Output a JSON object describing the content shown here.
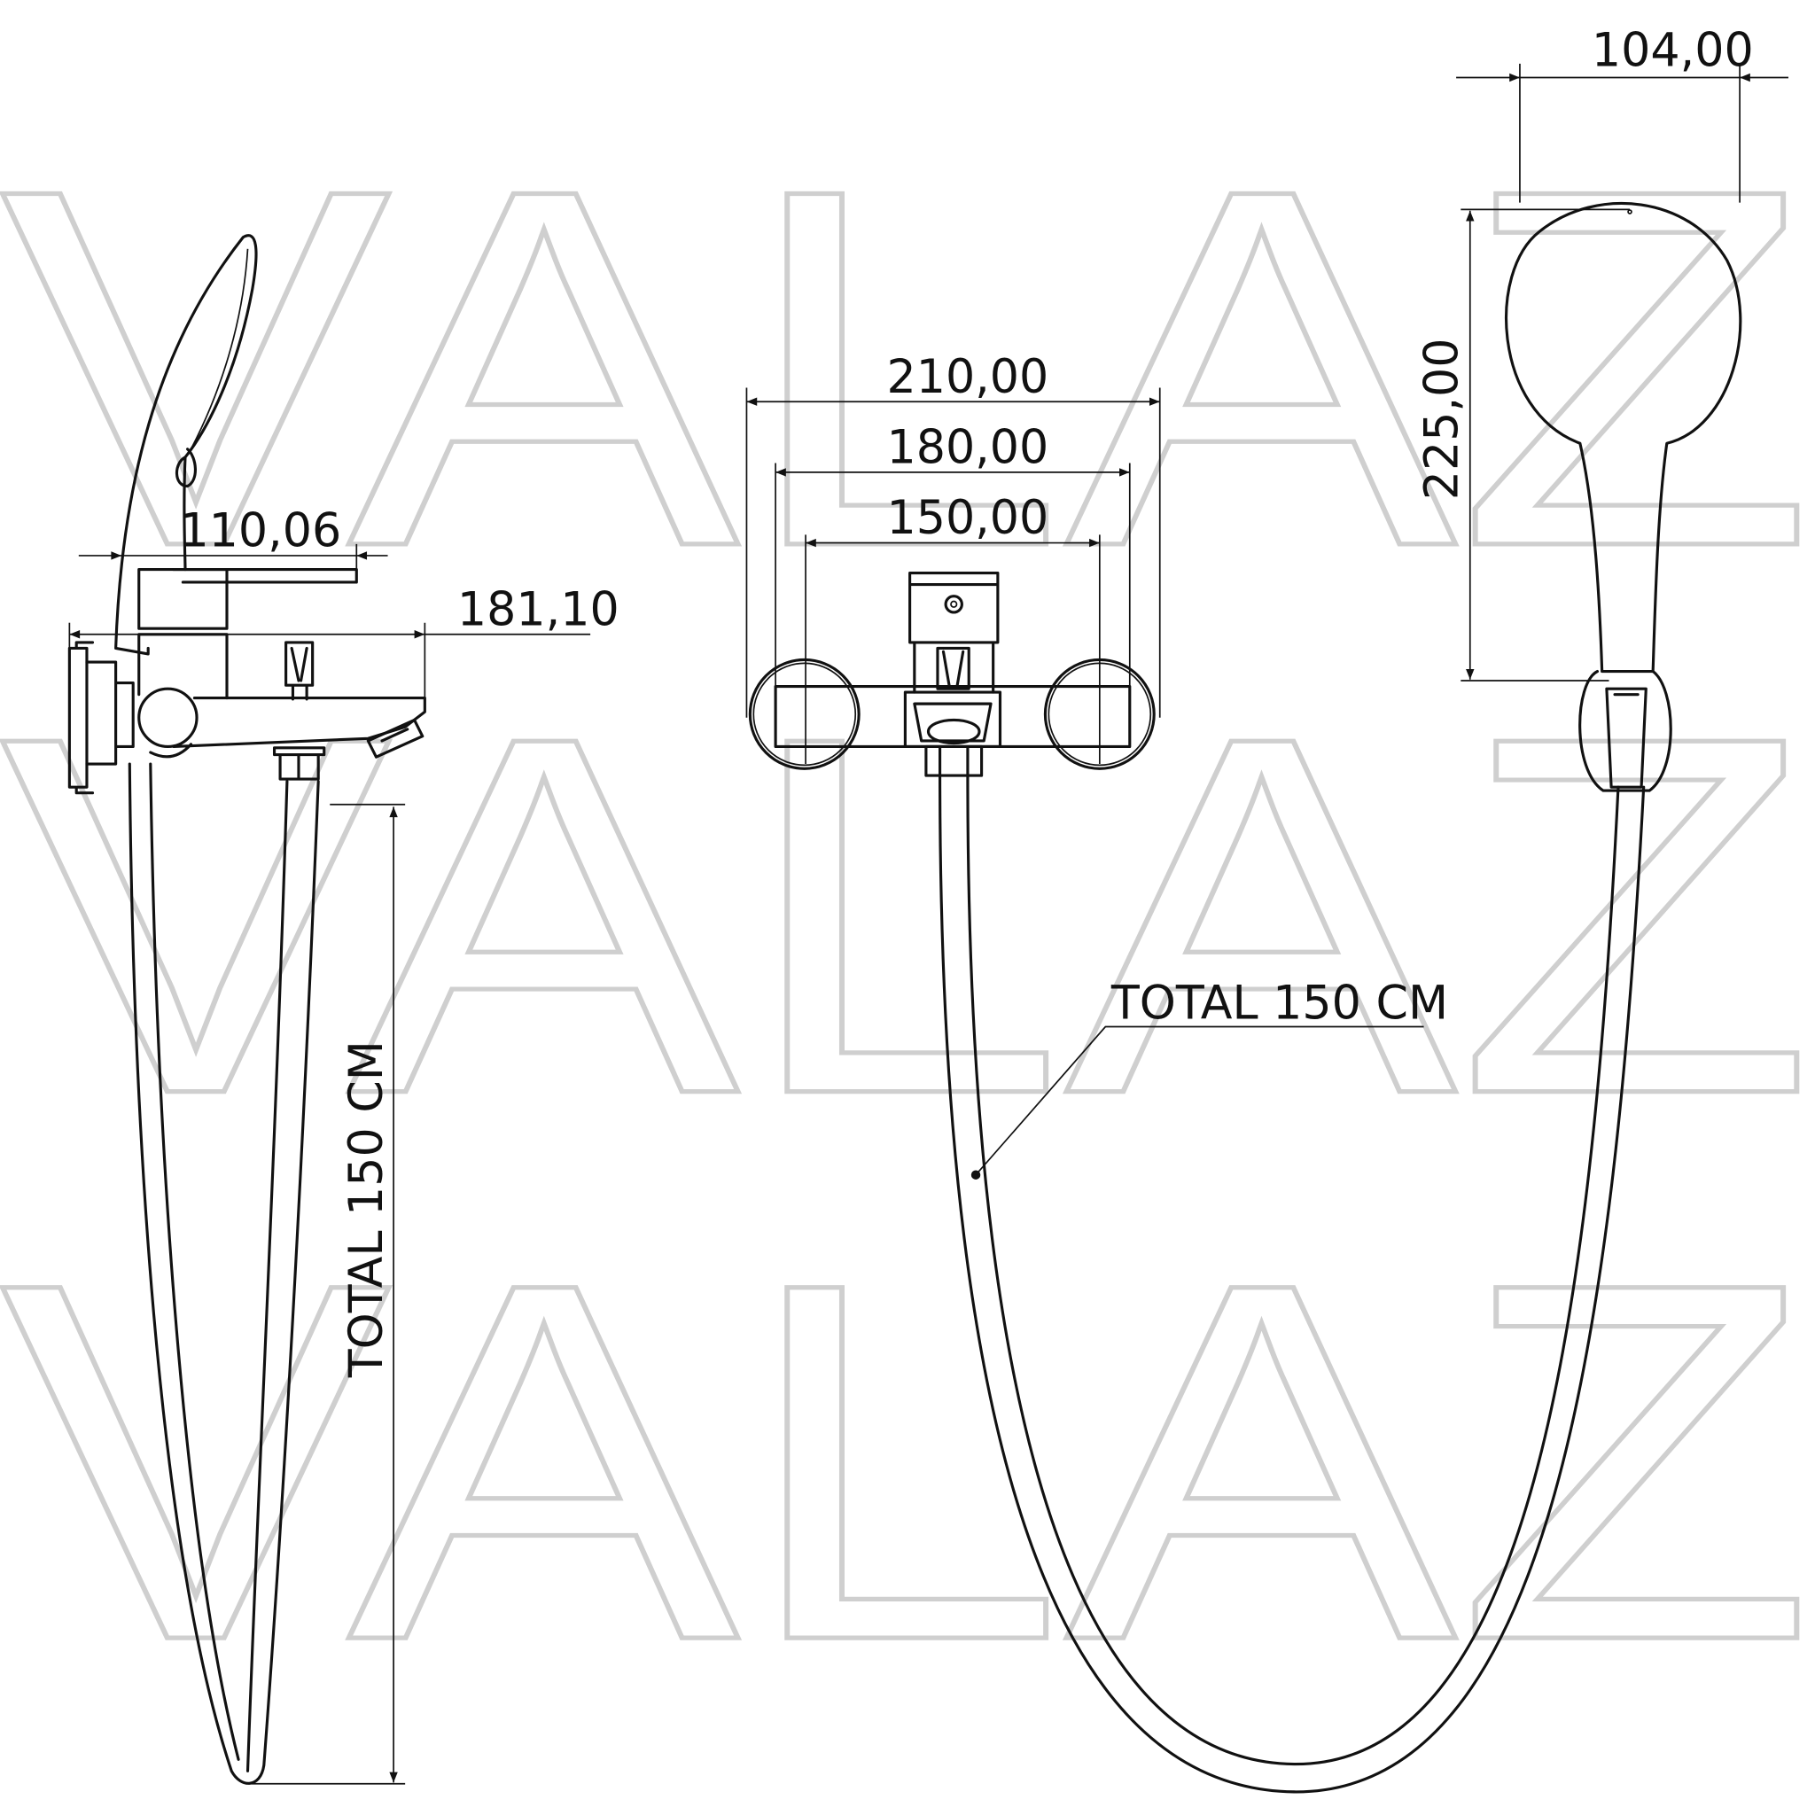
{
  "watermark": {
    "text": "VALAZ"
  },
  "side_view": {
    "handshower_offset": "110,06",
    "spout_projection": "181,10",
    "hose_length": "TOTAL 150 CM"
  },
  "front_view": {
    "overall_width": "210,00",
    "eccentric_width": "180,00",
    "center_distance": "150,00",
    "hose_length": "TOTAL 150 CM"
  },
  "handshower_view": {
    "head_diameter": "104,00",
    "length": "225,00"
  }
}
